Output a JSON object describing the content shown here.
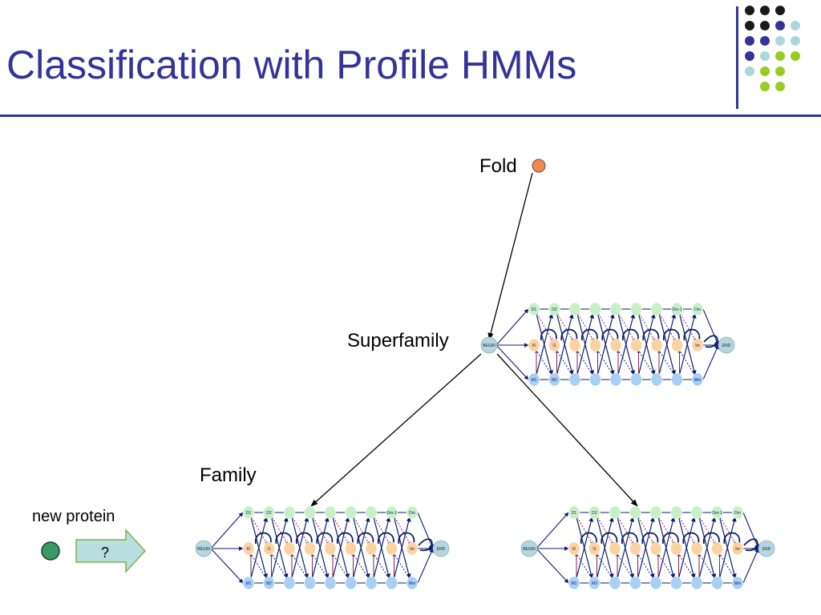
{
  "slide": {
    "title": "Classification with Profile HMMs"
  },
  "labels": {
    "fold": "Fold",
    "superfamily": "Superfamily",
    "family": "Family",
    "new_protein": "new protein",
    "query_mark": "?"
  },
  "hmm": {
    "begin": "BEGIN",
    "end": "END",
    "delete_states": [
      "D1",
      "D2",
      "",
      "",
      "",
      "",
      "",
      "Dm-1",
      "Dm"
    ],
    "insert_states": [
      "I0",
      "I1",
      "",
      "",
      "",
      "",
      "",
      "",
      "Im"
    ],
    "match_states": [
      "M1",
      "M2",
      "",
      "",
      "",
      "",
      "",
      "",
      "Mm"
    ]
  },
  "colors": {
    "title": "#333399",
    "fold_node": "#f4884a",
    "protein_node": "#3a9a66",
    "query_arrow": "#b8dedf",
    "delete_state": "#c8f0c8",
    "insert_state": "#fcd2a0",
    "match_state": "#a8cff4",
    "begin_end": "#b4d6e0",
    "hmm_edges": "#0d1b6e",
    "insert_loops": "#7a2a5a",
    "decor_dots": [
      "#1a1a1a",
      "#333399",
      "#aad7dd",
      "#99cc22"
    ]
  }
}
